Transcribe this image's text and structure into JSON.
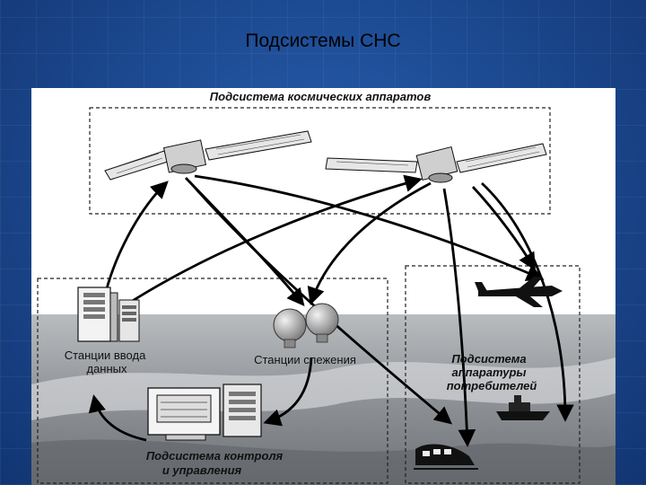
{
  "slide": {
    "title": "Подсистемы СНС"
  },
  "diagram": {
    "space_subsystem_label": "Подсистема космических аппаратов",
    "data_input_label_line1": "Станции ввода",
    "data_input_label_line2": "данных",
    "tracking_label": "Станции слежения",
    "user_subsystem_label_line1": "Подсистема",
    "user_subsystem_label_line2": "аппаратуры",
    "user_subsystem_label_line3": "потребителей",
    "control_subsystem_label_line1": "Подсистема контроля",
    "control_subsystem_label_line2": "и управления"
  },
  "icons": [
    "satellite-icon",
    "server-rack-icon",
    "radar-dome-icon",
    "airplane-icon",
    "ship-icon",
    "train-icon",
    "computer-terminal-icon"
  ]
}
